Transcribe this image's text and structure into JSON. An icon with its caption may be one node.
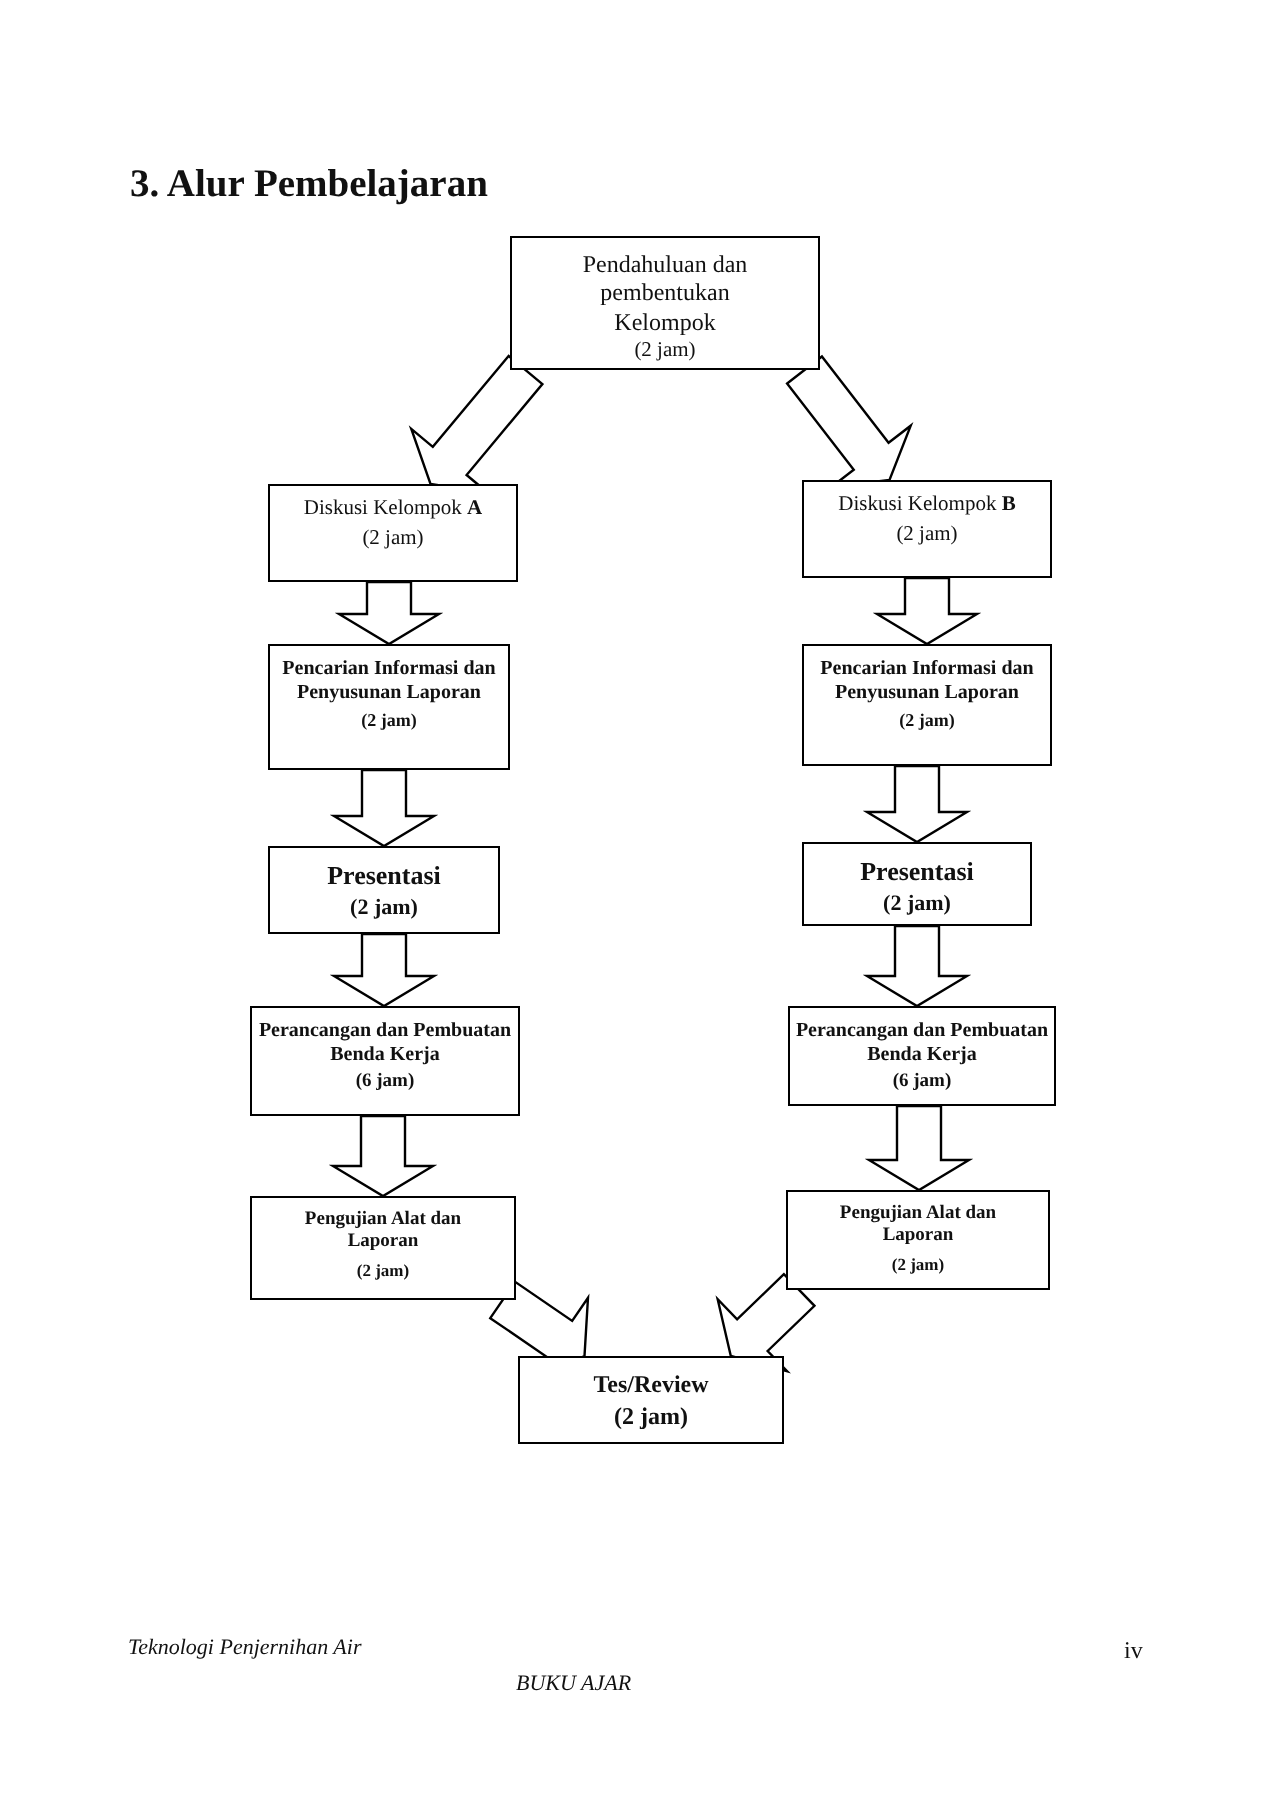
{
  "diagram": {
    "title": "3. Alur Pembelajaran",
    "nodes": [
      {
        "text": [
          "Pendahuluan dan pembentukan Kelompok",
          "(2 jam)"
        ]
      },
      {
        "text": [
          "Diskusi Kelompok **A**",
          "(2 jam)"
        ]
      },
      {
        "text": [
          "Diskusi Kelompok **B**",
          "(2 jam)"
        ]
      },
      {
        "text": [
          "Pencarian Informasi dan Penyusunan Laporan",
          "(2 jam)"
        ]
      },
      {
        "text": [
          "Pencarian Informasi dan Penyusunan Laporan",
          "(2 jam)"
        ]
      },
      {
        "text": [
          "Presentasi",
          "(2 jam)"
        ]
      },
      {
        "text": [
          "Presentasi",
          "(2 jam)"
        ]
      },
      {
        "text": [
          "Perancangan dan Pembuatan Benda Kerja",
          "(6 jam)"
        ]
      },
      {
        "text": [
          "Perancangan dan Pembuatan Benda Kerja",
          "(6 jam)"
        ]
      },
      {
        "text": [
          "Pengujian Alat dan Laporan",
          "(2 jam)"
        ]
      },
      {
        "text": [
          "Pengujian Alat dan Laporan",
          "(2 jam)"
        ]
      },
      {
        "text": [
          "Tes/Review",
          "(2 jam)"
        ]
      }
    ],
    "edges": [
      {
        "from": 0,
        "to": 1,
        "arrow": "to"
      },
      {
        "from": 0,
        "to": 2,
        "arrow": "to"
      },
      {
        "from": 1,
        "to": 3,
        "arrow": "to"
      },
      {
        "from": 2,
        "to": 4,
        "arrow": "to"
      },
      {
        "from": 3,
        "to": 5,
        "arrow": "to"
      },
      {
        "from": 4,
        "to": 6,
        "arrow": "to"
      },
      {
        "from": 5,
        "to": 7,
        "arrow": "to"
      },
      {
        "from": 6,
        "to": 8,
        "arrow": "to"
      },
      {
        "from": 7,
        "to": 9,
        "arrow": "to"
      },
      {
        "from": 8,
        "to": 10,
        "arrow": "to"
      },
      {
        "from": 9,
        "to": 11,
        "arrow": "to"
      },
      {
        "from": 10,
        "to": 11,
        "arrow": "to"
      }
    ],
    "labels": [
      "Teknologi Penjernihan Air",
      "iv",
      "BUKU AJAR"
    ]
  }
}
